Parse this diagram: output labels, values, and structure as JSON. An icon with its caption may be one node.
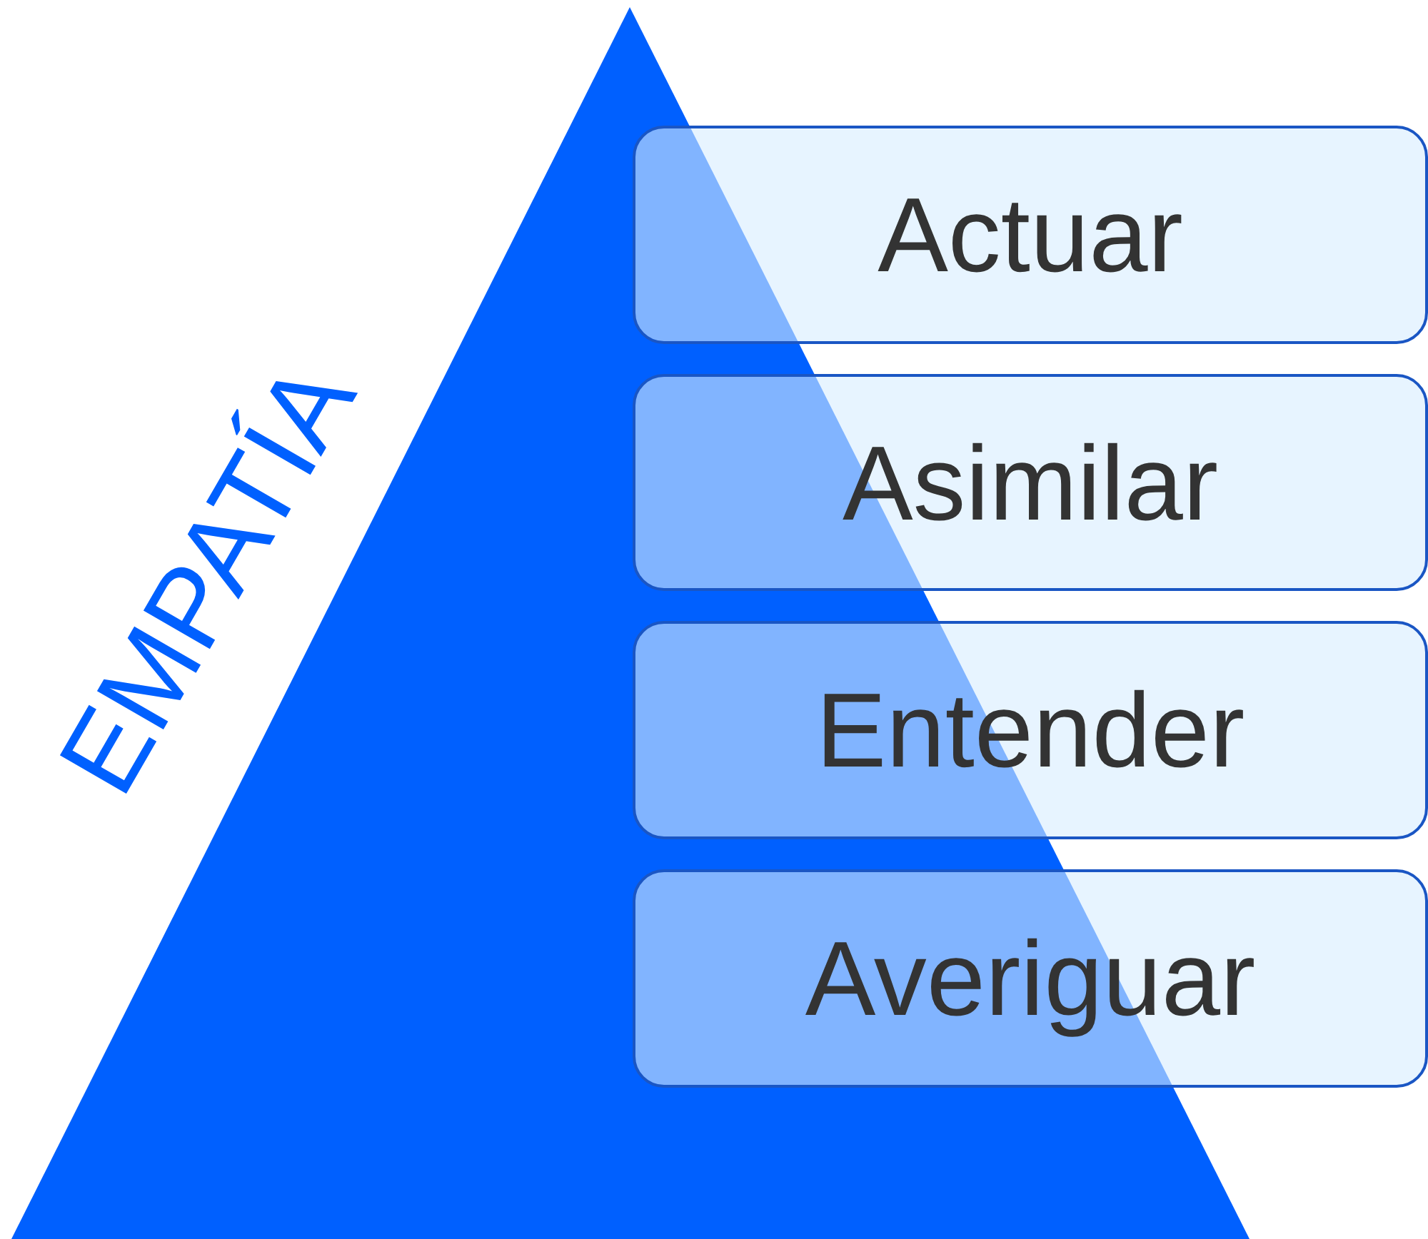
{
  "diagram": {
    "nodes": [
      {
        "text": [
          "EMPATÍA"
        ]
      },
      {
        "text": [
          "Actuar"
        ]
      },
      {
        "text": [
          "Asimilar"
        ]
      },
      {
        "text": [
          "Entender"
        ]
      },
      {
        "text": [
          "Averiguar"
        ]
      }
    ]
  }
}
